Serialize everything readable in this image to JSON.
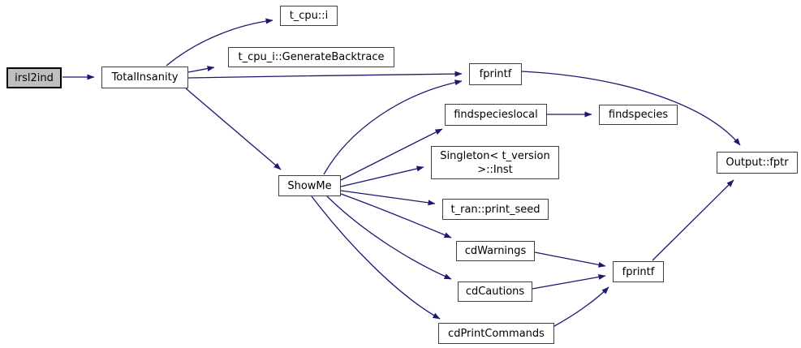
{
  "diagram": {
    "kind": "doxygen-call-graph",
    "colors": {
      "background": "#ffffff",
      "edge": "#191970",
      "node_border": "#404040",
      "node_fill": "#ffffff",
      "highlight_node_fill": "#bfbfbf",
      "highlight_node_border": "#000000",
      "text": "#000000"
    },
    "nodes": [
      {
        "id": "irsl2ind",
        "label": "irsl2ind",
        "highlighted": true
      },
      {
        "id": "TotalInsanity",
        "label": "TotalInsanity",
        "highlighted": false
      },
      {
        "id": "t_cpu_i",
        "label": "t_cpu::i",
        "highlighted": false
      },
      {
        "id": "GenerateBacktrace",
        "label": "t_cpu_i::GenerateBacktrace",
        "highlighted": false
      },
      {
        "id": "fprintf_top",
        "label": "fprintf",
        "highlighted": false
      },
      {
        "id": "findspecieslocal",
        "label": "findspecieslocal",
        "highlighted": false
      },
      {
        "id": "findspecies",
        "label": "findspecies",
        "highlighted": false
      },
      {
        "id": "Singleton_Inst",
        "label": "Singleton< t_version >::Inst",
        "highlighted": false
      },
      {
        "id": "ShowMe",
        "label": "ShowMe",
        "highlighted": false
      },
      {
        "id": "print_seed",
        "label": "t_ran::print_seed",
        "highlighted": false
      },
      {
        "id": "cdWarnings",
        "label": "cdWarnings",
        "highlighted": false
      },
      {
        "id": "cdCautions",
        "label": "cdCautions",
        "highlighted": false
      },
      {
        "id": "cdPrintCommands",
        "label": "cdPrintCommands",
        "highlighted": false
      },
      {
        "id": "fprintf_bottom",
        "label": "fprintf",
        "highlighted": false
      },
      {
        "id": "Output_fptr",
        "label": "Output::fptr",
        "highlighted": false
      }
    ],
    "edges": [
      {
        "from": "irsl2ind",
        "to": "TotalInsanity"
      },
      {
        "from": "TotalInsanity",
        "to": "t_cpu_i"
      },
      {
        "from": "TotalInsanity",
        "to": "GenerateBacktrace"
      },
      {
        "from": "TotalInsanity",
        "to": "fprintf_top"
      },
      {
        "from": "TotalInsanity",
        "to": "ShowMe"
      },
      {
        "from": "ShowMe",
        "to": "fprintf_top"
      },
      {
        "from": "ShowMe",
        "to": "findspecieslocal"
      },
      {
        "from": "ShowMe",
        "to": "Singleton_Inst"
      },
      {
        "from": "ShowMe",
        "to": "print_seed"
      },
      {
        "from": "ShowMe",
        "to": "cdWarnings"
      },
      {
        "from": "ShowMe",
        "to": "cdCautions"
      },
      {
        "from": "ShowMe",
        "to": "cdPrintCommands"
      },
      {
        "from": "findspecieslocal",
        "to": "findspecies"
      },
      {
        "from": "cdWarnings",
        "to": "fprintf_bottom"
      },
      {
        "from": "cdCautions",
        "to": "fprintf_bottom"
      },
      {
        "from": "cdPrintCommands",
        "to": "fprintf_bottom"
      },
      {
        "from": "fprintf_top",
        "to": "Output_fptr"
      },
      {
        "from": "fprintf_bottom",
        "to": "Output_fptr"
      }
    ]
  }
}
